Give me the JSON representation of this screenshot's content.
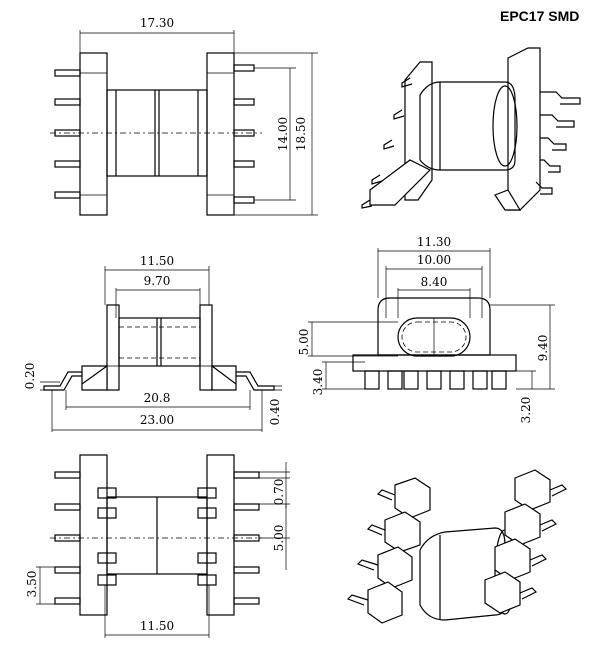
{
  "title": "EPC17 SMD",
  "dims": {
    "top_width": "17.30",
    "top_pin_span": "14.00",
    "top_height": "18.50",
    "side_width": "11.50",
    "side_inner": "9.70",
    "side_standoff": "0.20",
    "side_pad_span": "20.8",
    "side_total": "23.00",
    "side_pin_thick": "0.40",
    "front_width": "11.30",
    "front_inner": "10.00",
    "front_slot": "8.40",
    "front_core_h": "5.00",
    "front_height": "9.40",
    "front_base": "3.40",
    "front_pin": "3.20",
    "bottom_pin_w": "0.70",
    "bottom_pitch": "5.00",
    "bottom_offset": "3.50",
    "bottom_width": "11.50"
  }
}
